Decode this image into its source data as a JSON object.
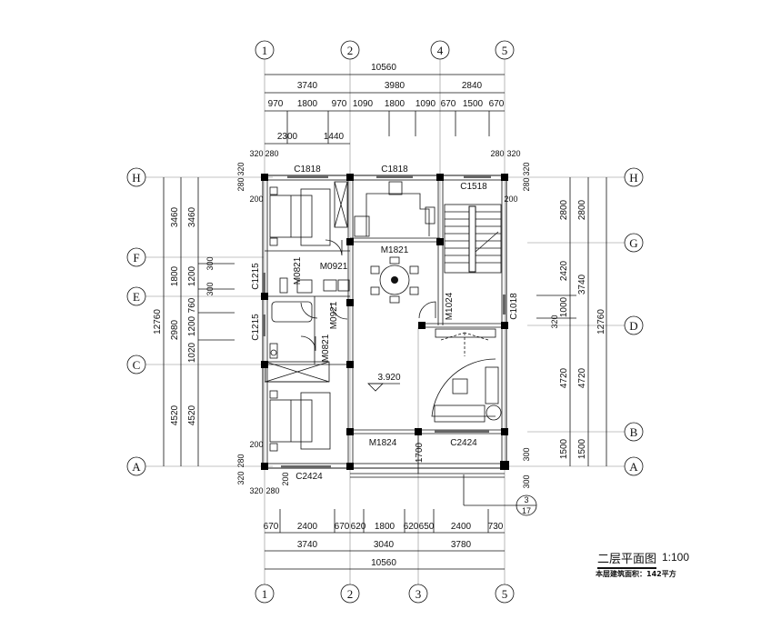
{
  "axes_top": [
    "1",
    "2",
    "4",
    "5"
  ],
  "axes_bottom": [
    "1",
    "2",
    "3",
    "5"
  ],
  "axes_left": [
    "H",
    "F",
    "E",
    "C",
    "A"
  ],
  "axes_right": [
    "H",
    "G",
    "D",
    "B",
    "A"
  ],
  "dims_top": {
    "total": "10560",
    "row2": [
      "3740",
      "3980",
      "2840"
    ],
    "row3": [
      "970",
      "1800",
      "970",
      "1090",
      "1800",
      "1090",
      "670",
      "1500",
      "670"
    ],
    "row4": [
      "2300",
      "1440"
    ],
    "small": [
      "320",
      "280",
      "280",
      "320"
    ]
  },
  "dims_bottom": {
    "row1": [
      "670",
      "2400",
      "670",
      "620",
      "1800",
      "620",
      "650",
      "2400",
      "730"
    ],
    "row2": [
      "3740",
      "3040",
      "3780"
    ],
    "total": "10560",
    "small": [
      "320",
      "280",
      "200"
    ]
  },
  "dims_left": {
    "total": "12760",
    "mid": [
      "3460",
      "1800",
      "2980",
      "4520"
    ],
    "inner": [
      "3460",
      "1200",
      "760",
      "1200",
      "1020",
      "4520"
    ],
    "small": [
      "300",
      "300",
      "320",
      "280",
      "200",
      "200",
      "280",
      "320"
    ]
  },
  "dims_right": {
    "total": "12760",
    "mid": [
      "2800",
      "3740",
      "4720",
      "1500"
    ],
    "inner": [
      "2800",
      "2420",
      "1000",
      "320",
      "4720",
      "1500"
    ],
    "small": [
      "280",
      "320",
      "320",
      "280",
      "200",
      "300",
      "300"
    ]
  },
  "labels": {
    "c1818_a": "C1818",
    "c1818_b": "C1818",
    "c1518": "C1518",
    "m1821": "M1821",
    "m0921_a": "M0921",
    "m0921_b": "M0921",
    "m0821_a": "M0821",
    "m0821_b": "M0821",
    "c1215_a": "C1215",
    "c1215_b": "C1215",
    "m1024": "M1024",
    "c1018": "C1018",
    "level": "3.920",
    "m1824": "M1824",
    "c2424_a": "C2424",
    "c2424_b": "C2424",
    "balcony_dim": "1700",
    "detail_num": "3",
    "detail_sheet": "17"
  },
  "title": "二层平面图",
  "scale": "1:100",
  "area_note": "本层建筑面积：142平方"
}
